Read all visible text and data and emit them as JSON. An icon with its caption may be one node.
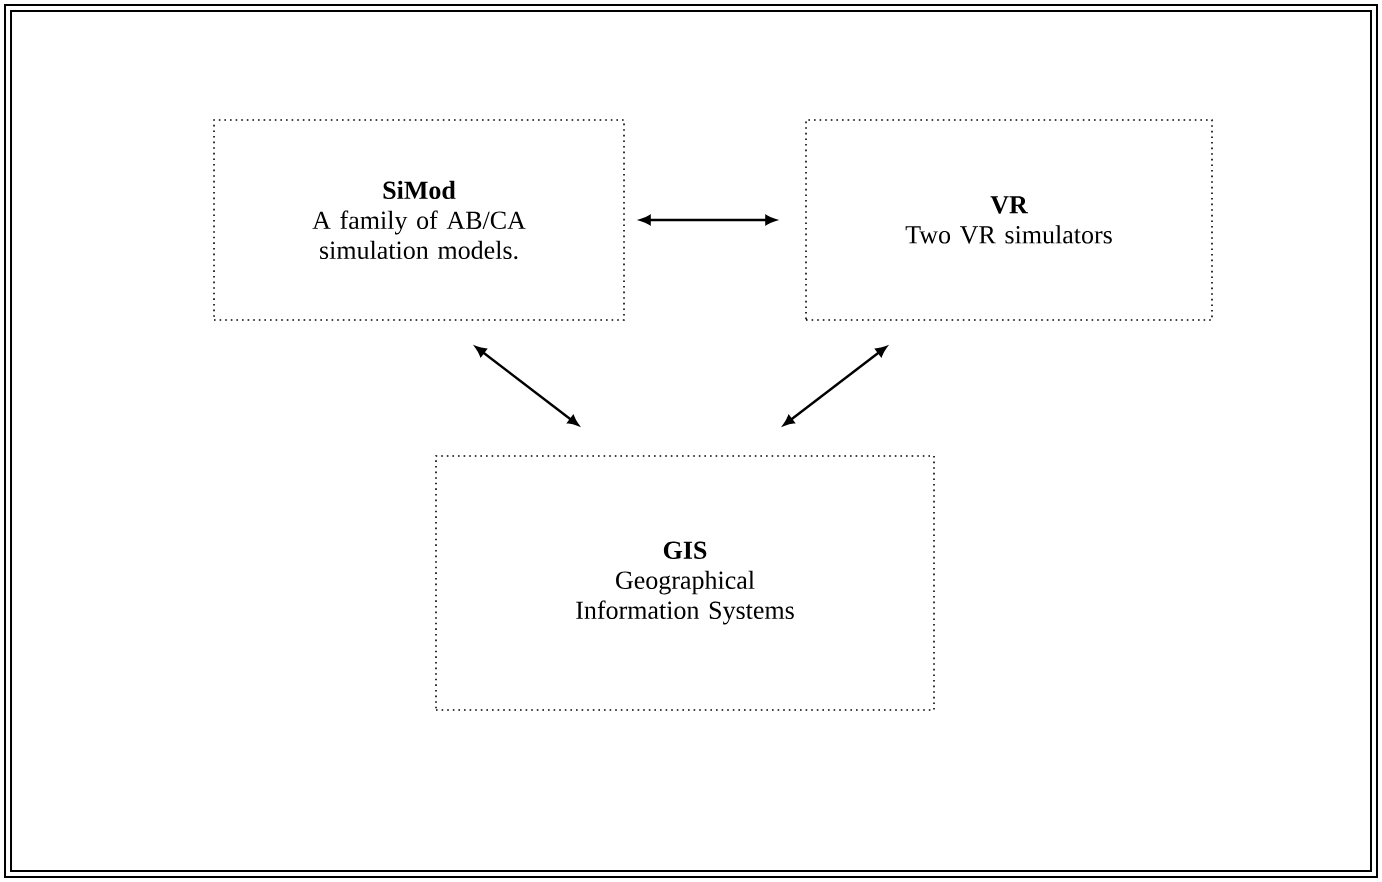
{
  "diagram": {
    "nodes": [
      {
        "text": [
          "SiMod",
          "A family of AB/CA simulation models."
        ]
      },
      {
        "text": [
          "VR",
          "Two VR simulators"
        ]
      },
      {
        "text": [
          "GIS",
          "Geographical Information Systems"
        ]
      }
    ],
    "edges": [
      {
        "from": 0,
        "to": 1,
        "arrow": "both"
      },
      {
        "from": 0,
        "to": 2,
        "arrow": "both"
      },
      {
        "from": 1,
        "to": 2,
        "arrow": "both"
      }
    ]
  }
}
